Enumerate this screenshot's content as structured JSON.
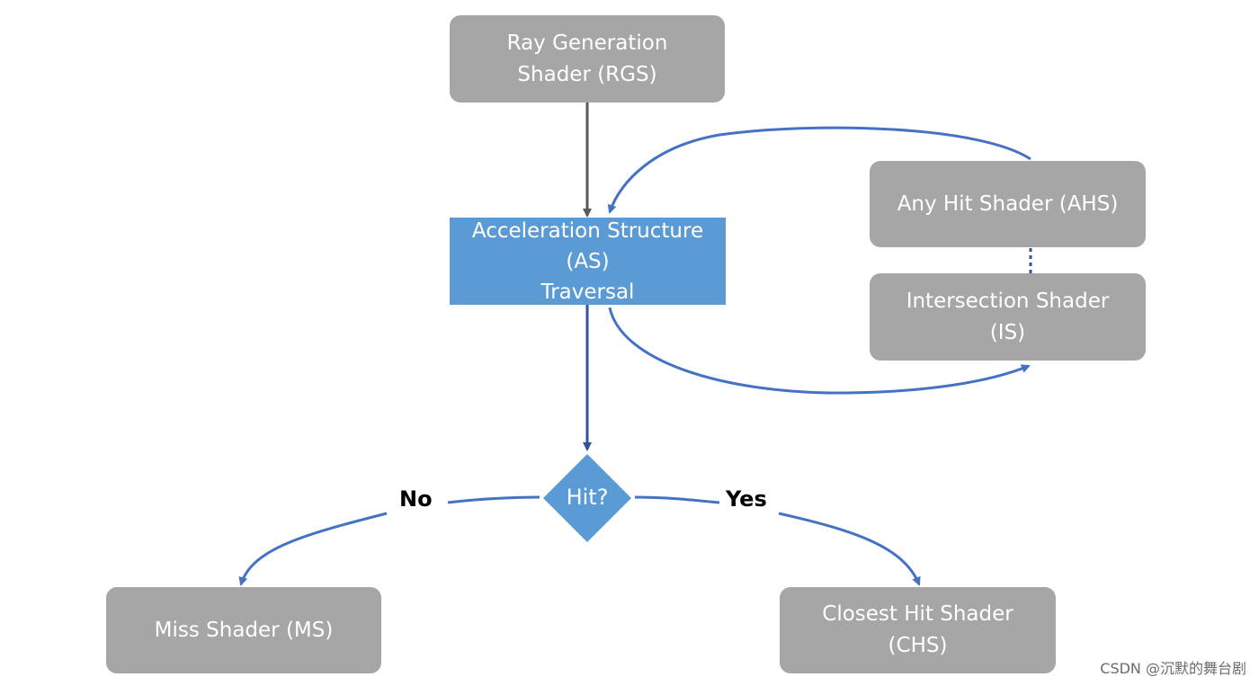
{
  "nodes": {
    "rgs": "Ray Generation\nShader (RGS)",
    "as": "Acceleration Structure\n(AS)\nTraversal",
    "ahs": "Any Hit Shader (AHS)",
    "is": "Intersection Shader\n(IS)",
    "ms": "Miss Shader (MS)",
    "chs": "Closest Hit Shader\n(CHS)"
  },
  "decision": {
    "label": "Hit?",
    "no_label": "No",
    "yes_label": "Yes"
  },
  "watermark": "CSDN @沉默的舞台剧",
  "colors": {
    "gray_box": "#a6a6a6",
    "blue_box": "#5b9bd5",
    "arrow_blue": "#4472c4",
    "arrow_dark": "#595959",
    "text_white": "#ffffff"
  }
}
